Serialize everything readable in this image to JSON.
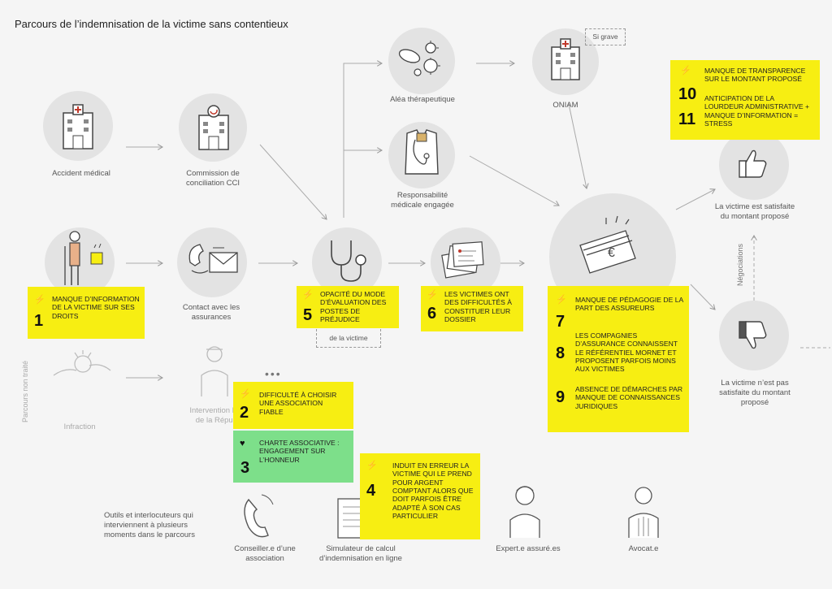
{
  "title": "Parcours de l’indemnisation de la victime sans contentieux",
  "nodes": {
    "accident": "Accident médical",
    "cci": "Commission de conciliation CCI",
    "alea": "Aléa thérapeutique",
    "oniam": "ONIAM",
    "si_grave": "Si grave",
    "responsabilite": "Responsabilité médicale engagée",
    "contact": "Contact avec les assurances",
    "de_la_victime": "de la victime",
    "infraction": "Infraction",
    "intervention": "Intervention P de la Répub",
    "satisfaite": "La victime est satisfaite du montant proposé",
    "pas_satisfaite": "La victime n’est pas satisfaite du montant proposé",
    "negociations": "Négociations",
    "parcours_non_traite": "Parcours non traité"
  },
  "tools": {
    "intro": "Outils et interlocuteurs qui interviennent à plusieurs moments dans le parcours",
    "items": [
      "Conseiller.e d’une association",
      "Simulateur de calcul d’indemnisation en ligne",
      "Expert.e assuré.es",
      "Avocat.e"
    ]
  },
  "pain_points": {
    "p1": {
      "num": "1",
      "text": "Manque d’information de la victime sur ses droits"
    },
    "p5": {
      "num": "5",
      "text": "Opacité du mode d’évaluation des postes de préjudice"
    },
    "p6": {
      "num": "6",
      "text": "Les victimes ont des difficultés à constituer leur dossier"
    },
    "p2": {
      "num": "2",
      "text": "Difficulté à choisir une association fiable"
    },
    "p3": {
      "num": "3",
      "text": "Charte associative : engagement sur l’honneur"
    },
    "p4": {
      "num": "4",
      "text": "Induit en erreur la victime qui le prend pour argent comptant alors que doit parfois être adapté à son cas particulier"
    },
    "p7": {
      "num": "7",
      "text": "Manque de pédagogie de la part des assureurs"
    },
    "p8": {
      "num": "8",
      "text": "Les compagnies d’assurance connaissent le référentiel Mornet et proposent parfois moins aux victimes"
    },
    "p9": {
      "num": "9",
      "text": "Absence de démarches par manque de connaissances juridiques"
    },
    "p10": {
      "num": "10",
      "text": "Manque de transparence sur le montant proposé"
    },
    "p11": {
      "num": "11",
      "text": "Anticipation de la lourdeur administrative + manque d’information = stress"
    }
  },
  "colors": {
    "pain": "#f7ee12",
    "positive": "#7ddf8a",
    "circle": "#e3e3e3"
  },
  "icons": [
    "hospital-icon",
    "commission-icon",
    "bacteria-icon",
    "doctor-coat-icon",
    "injured-person-icon",
    "phone-mail-icon",
    "stethoscope-icon",
    "documents-icon",
    "money-icon",
    "thumbs-up-icon",
    "thumbs-down-icon",
    "bolt-icon",
    "heart-icon",
    "telephone-icon",
    "calculator-icon",
    "expert-person-icon",
    "lawyer-icon"
  ]
}
